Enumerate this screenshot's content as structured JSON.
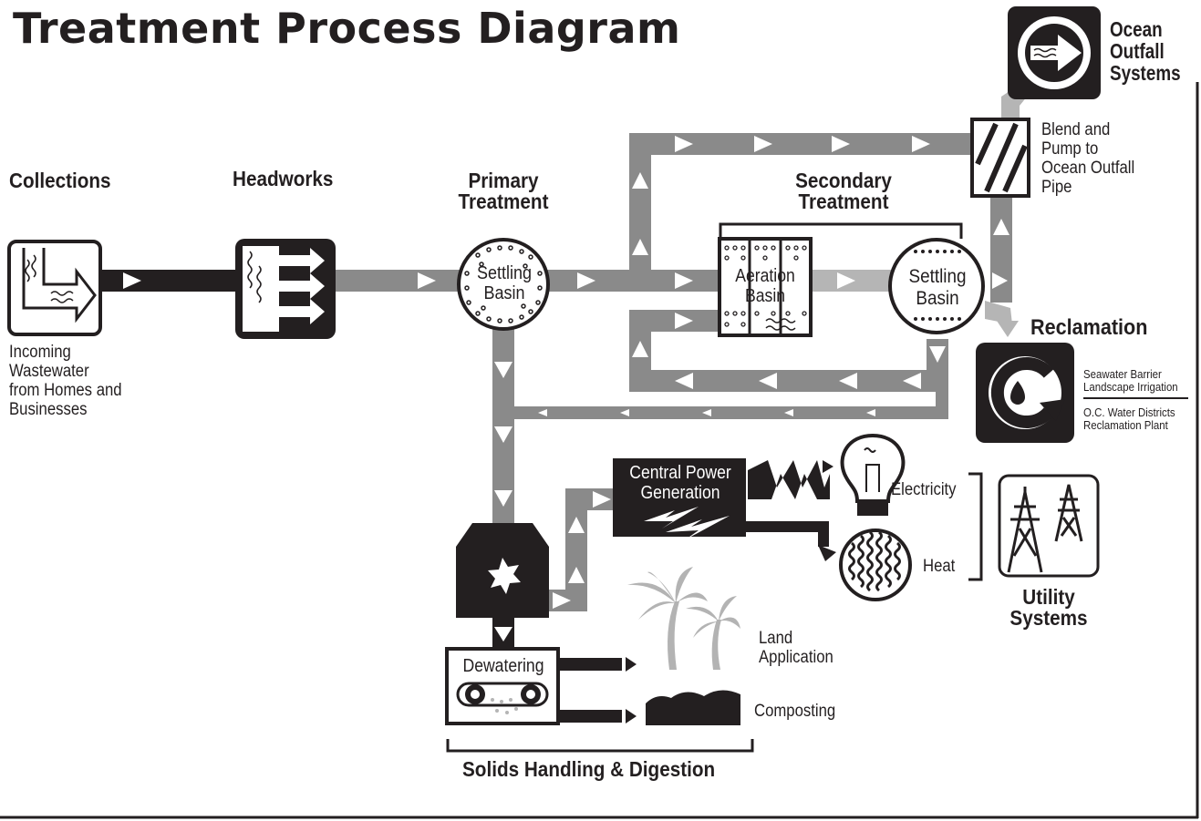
{
  "title": "Treatment Process Diagram",
  "stages": {
    "collections": "Collections",
    "headworks": "Headworks",
    "primary_treatment": "Primary\nTreatment",
    "secondary_treatment": "Secondary\nTreatment",
    "ocean_outfall_systems": "Ocean\nOutfall\nSystems",
    "reclamation": "Reclamation",
    "utility_systems": "Utility\nSystems",
    "solids_handling": "Solids Handling & Digestion"
  },
  "labels": {
    "incoming": "Incoming\nWastewater\nfrom Homes and\nBusinesses",
    "blend_pump": "Blend and\nPump to\nOcean Outfall\nPipe",
    "primary_basin": "Settling\nBasin",
    "aeration_basin": "Aeration\nBasin",
    "secondary_basin": "Settling\nBasin",
    "power": "Central Power\nGeneration",
    "electricity": "Electricity",
    "heat": "Heat",
    "land_application": "Land\nApplication",
    "composting": "Composting",
    "dewatering": "Dewatering"
  },
  "reclamation_uses": {
    "group1": "Seawater Barrier\nLandscape Irrigation",
    "group2": "O.C. Water Districts\nReclamation Plant"
  },
  "colors": {
    "ink": "#231f20",
    "pipe": "#8a8a8a",
    "pipe_light": "#b5b5b5",
    "palm": "#b3b3b3"
  },
  "icons": [
    "outfall-arrow-icon",
    "reclamation-cycle-icon",
    "transmission-tower-icon",
    "lightbulb-icon",
    "heat-coil-icon",
    "digester-icon",
    "palm-trees-icon",
    "compost-pile-icon",
    "lightning-icon"
  ]
}
